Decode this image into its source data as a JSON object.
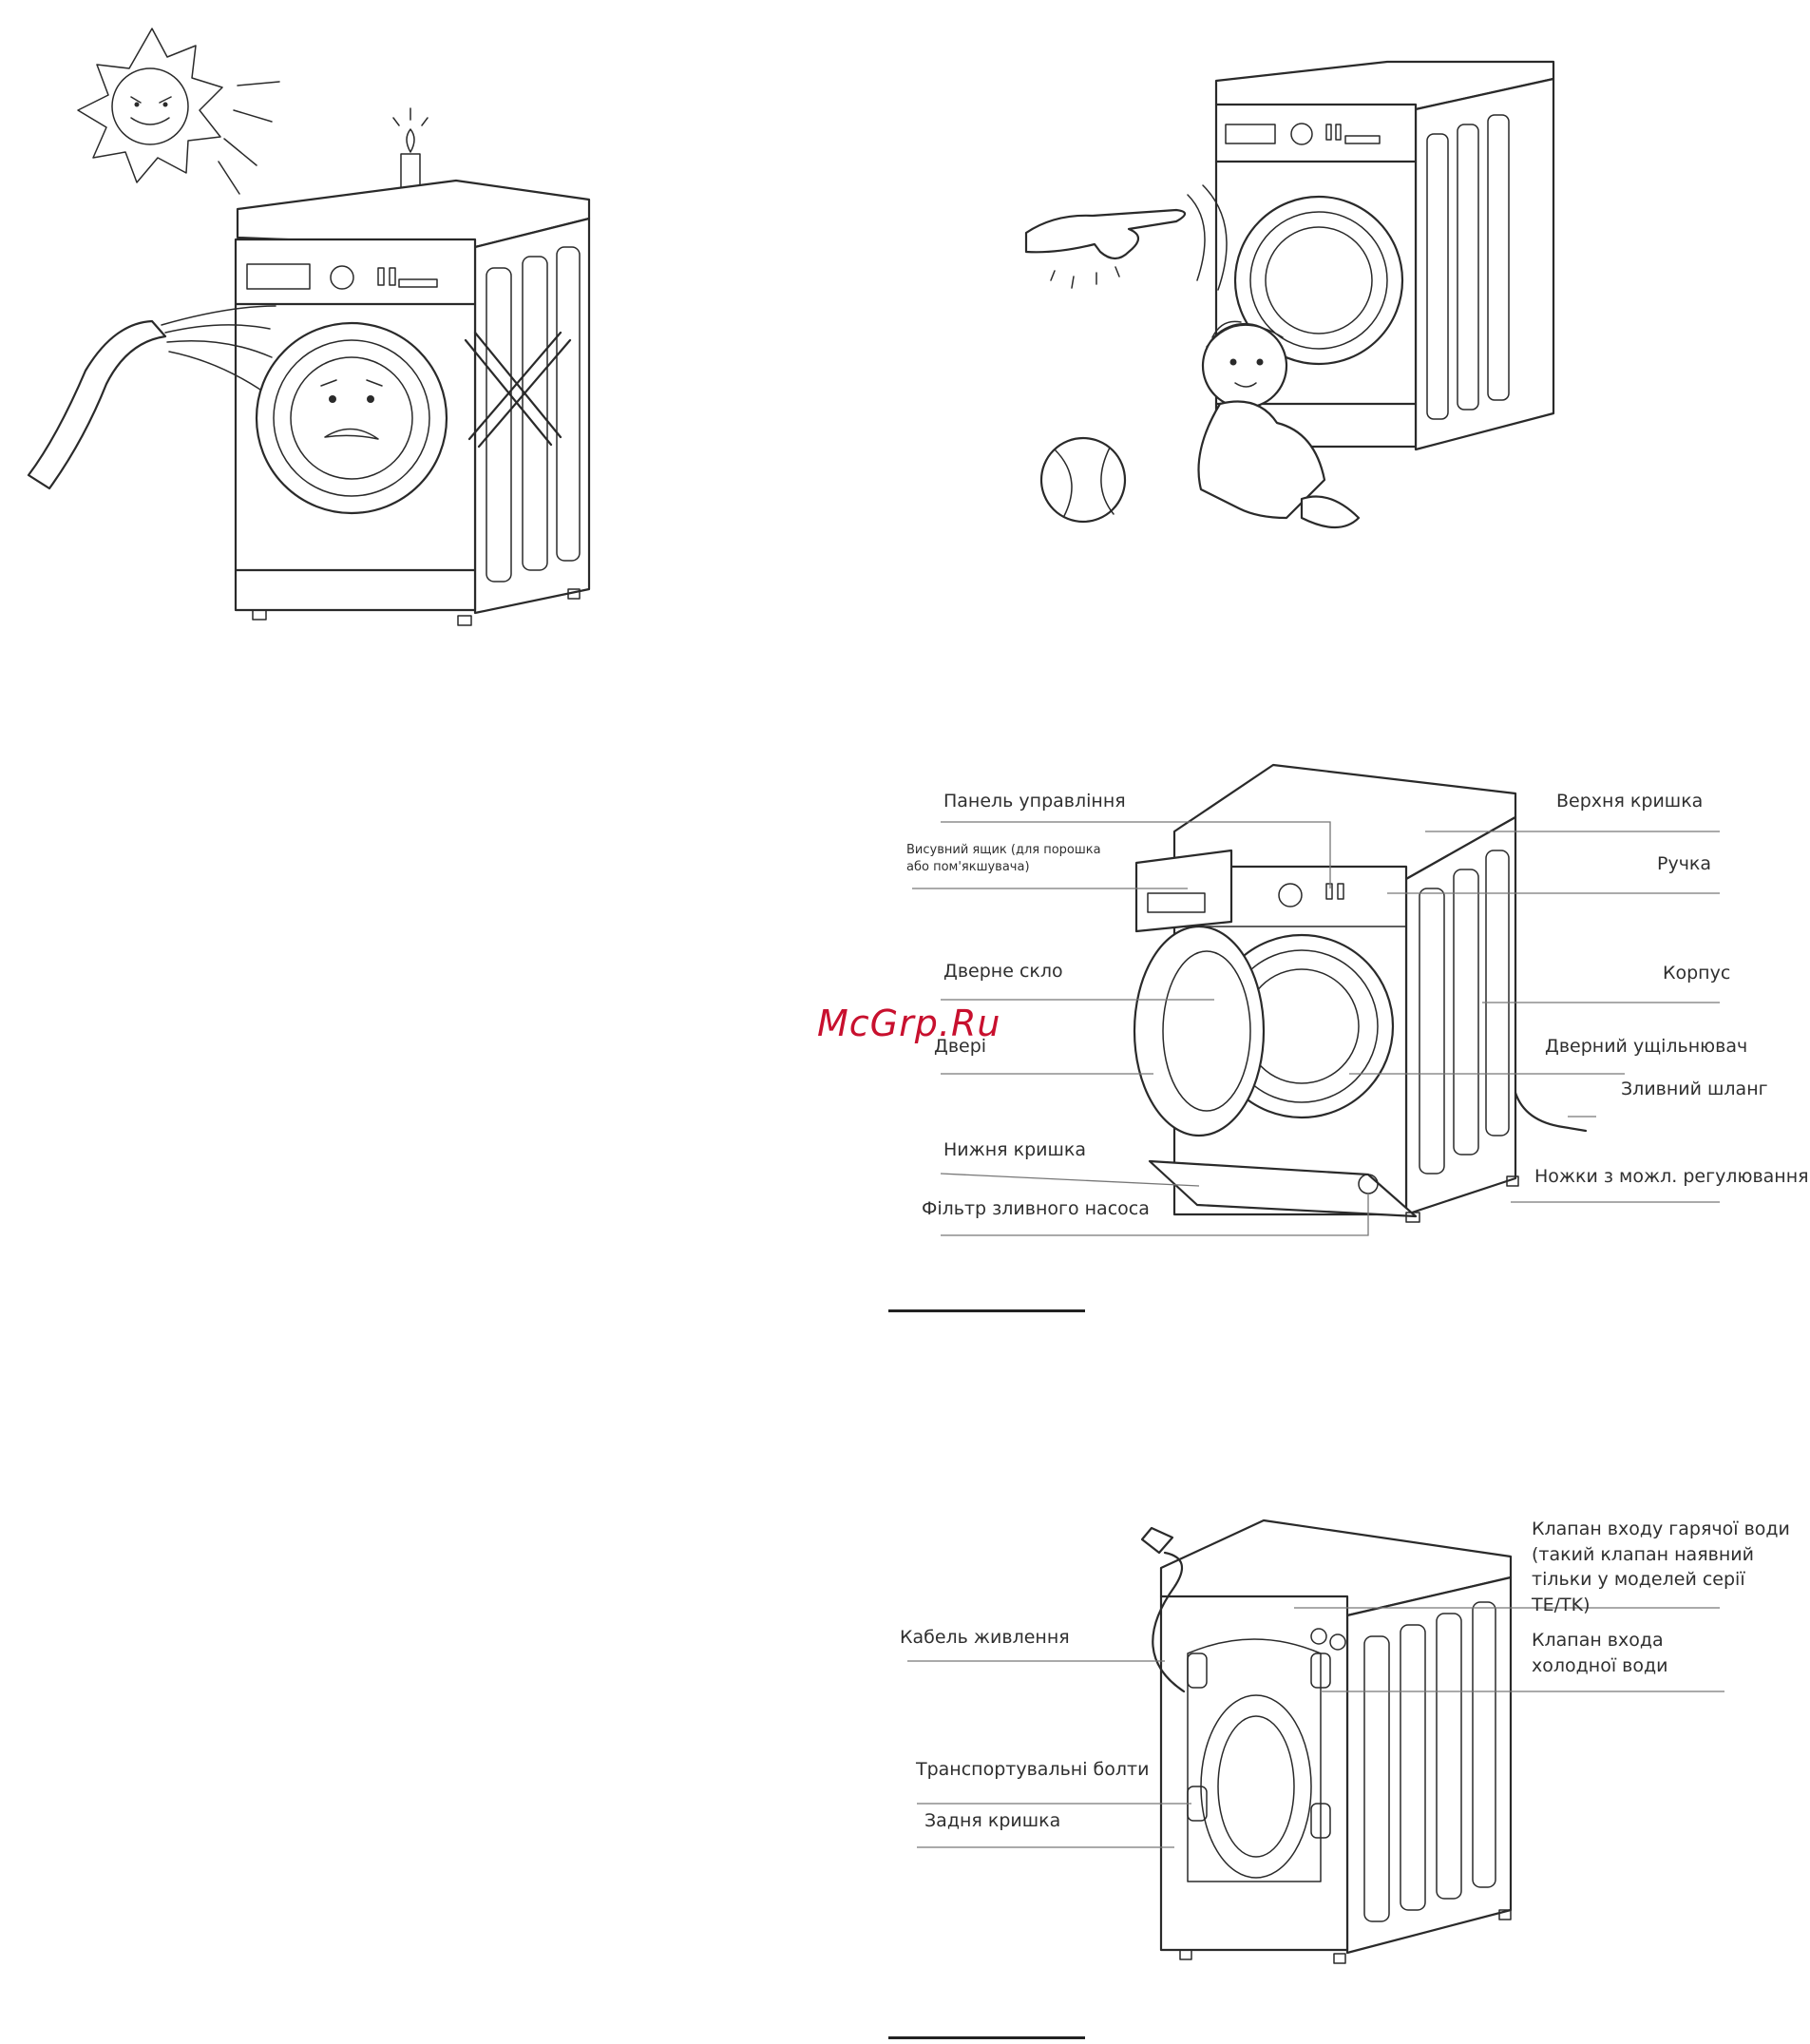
{
  "watermark": "McGrp.Ru",
  "front_view": {
    "labels": {
      "control_panel": "Панель управління",
      "drawer": "Висувний ящик (для порошка або пом'якшувача)",
      "door_glass": "Дверне скло",
      "door": "Двері",
      "bottom_cover": "Нижня кришка",
      "pump_filter": "Фільтр зливного насоса",
      "top_cover": "Верхня кришка",
      "handle": "Ручка",
      "body": "Корпус",
      "door_seal": "Дверний ущільнювач",
      "drain_hose": "Зливний шланг",
      "adjustable_feet": "Ножки з можл. регулювання"
    }
  },
  "rear_view": {
    "labels": {
      "hot_valve": "Клапан входу гарячої води (такий клапан наявний тільки у моделей серії TE/TK)",
      "cold_valve": "Клапан входа холодної води",
      "power_cable": "Кабель живлення",
      "transport_bolts": "Транспортувальні болти",
      "rear_cover": "Задня кришка"
    }
  },
  "icons": {
    "sun": "sun-icon",
    "candle": "candle-icon",
    "hose_spray": "hose-spray-icon",
    "prohibited_cross": "prohibited-cross-icon",
    "hand": "hand-icon",
    "child": "child-icon",
    "ball": "ball-icon"
  }
}
